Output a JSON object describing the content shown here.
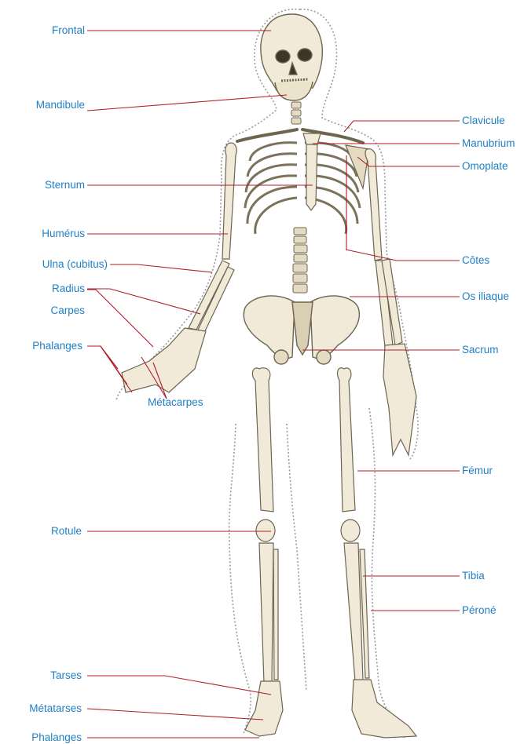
{
  "colors": {
    "label_text": "#1f7fc4",
    "leader_line": "#b01d2a",
    "bone_fill": "#f1ead8",
    "bone_shade": "#c8bfa6",
    "bone_outline": "#6e6550",
    "body_outline": "#9a9a9a"
  },
  "labels": {
    "frontal": "Frontal",
    "mandibule": "Mandibule",
    "sternum": "Sternum",
    "humerus": "Humérus",
    "ulna": "Ulna (cubitus)",
    "radius": "Radius",
    "carpes": "Carpes",
    "phalanges_main": "Phalanges",
    "metacarpes": "Métacarpes",
    "rotule": "Rotule",
    "tarses": "Tarses",
    "metatarses": "Métatarses",
    "phalanges_pied": "Phalanges",
    "clavicule": "Clavicule",
    "manubrium": "Manubrium",
    "omoplate": "Omoplate",
    "cotes": "Côtes",
    "os_iliaque": "Os iliaque",
    "sacrum": "Sacrum",
    "femur": "Fémur",
    "tibia": "Tibia",
    "perone": "Péroné"
  }
}
